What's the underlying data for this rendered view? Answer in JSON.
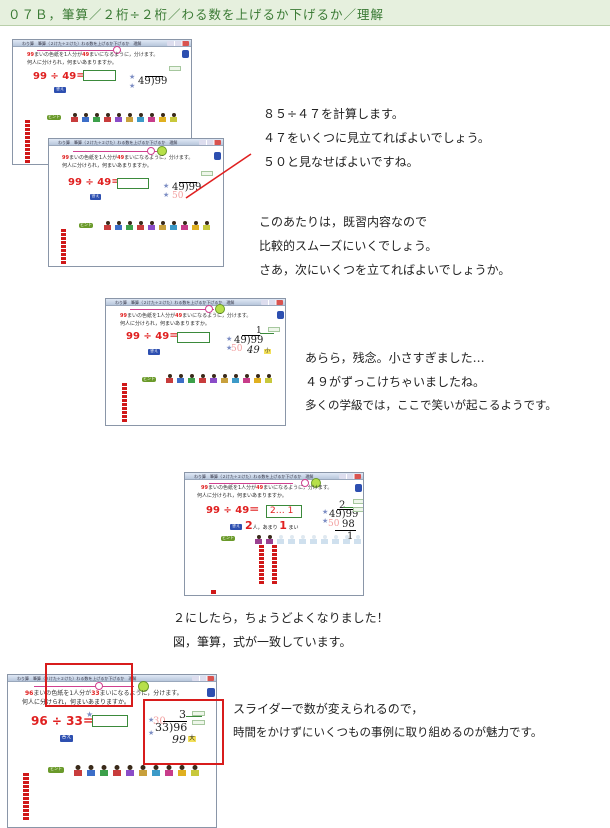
{
  "header": {
    "title": "０７Ｂ，筆算／２桁÷２桁／わる数を上げるか下げるか／理解"
  },
  "window_title": "わり算　筆算（２けた÷２けた）わる数を上げるか下げるか　理解",
  "screens": [
    {
      "line1_pre": "",
      "dividend": "99",
      "line1_mid": "まいの色紙を1人分が",
      "divisor": "49",
      "line1_post": "まいになるように，分けます。",
      "line2": "何人に分けられ，何まいあまりますか。",
      "eq_a": "99",
      "eq_op": "÷",
      "eq_b": "49",
      "eq_eq": "＝",
      "long_div": "49)99",
      "btn": "答え",
      "green_btn": "ヒント"
    },
    {
      "dividend": "99",
      "line1_mid": "まいの色紙を1人分が",
      "divisor": "49",
      "line1_post": "まいになるように，分けます。",
      "line2": "何人に分けられ，何まいあまりますか。",
      "eq_a": "99",
      "eq_op": "÷",
      "eq_b": "49",
      "eq_eq": "＝",
      "long_div": "49)99",
      "estimate": "50",
      "btn": "答え",
      "green_btn": "ヒント"
    },
    {
      "dividend": "99",
      "line1_mid": "まいの色紙を1人分が",
      "divisor": "49",
      "line1_post": "まいになるように，分けます。",
      "line2": "何人に分けられ，何まいあまりますか。",
      "eq_a": "99",
      "eq_op": "÷",
      "eq_b": "49",
      "eq_eq": "＝",
      "quot": "1",
      "long_div": "49)99",
      "estimate": "50",
      "product": "49",
      "tag": "小",
      "btn": "答え",
      "green_btn": "ヒント"
    },
    {
      "dividend": "99",
      "line1_mid": "まいの色紙を1人分が",
      "divisor": "49",
      "line1_post": "まいになるように，分けます。",
      "line2": "何人に分けられ，何まいあまりますか。",
      "eq_a": "99",
      "eq_op": "÷",
      "eq_b": "49",
      "eq_eq": "＝",
      "answer": "2… 1",
      "quot": "2",
      "long_div": "49)99",
      "estimate": "50",
      "product": "98",
      "remainder": "1",
      "res_a": "2",
      "res_unit1": "人，あまり",
      "res_b": "1",
      "res_unit2": "まい",
      "btn": "答え",
      "green_btn": "ヒント"
    },
    {
      "dividend": "96",
      "line1_mid": "まいの色紙を1人分が",
      "divisor": "33",
      "line1_post": "まいになるように，分けます。",
      "line2": "何人に分けられ，何まいあまりますか。",
      "eq_a": "96",
      "eq_op": "÷",
      "eq_b": "33",
      "eq_eq": "＝",
      "quot": "3",
      "long_div": "33)96",
      "estimate": "30",
      "product": "99",
      "tag": "大",
      "btn": "答え",
      "green_btn": "ヒント"
    }
  ],
  "text_blocks": [
    {
      "lines": [
        "８５÷４７を計算します。",
        "４７をいくつに見立てればよいでしょう。",
        "５０と見なせばよいですね。"
      ]
    },
    {
      "lines": [
        "このあたりは，既習内容なので",
        "比較的スムーズにいくでしょう。",
        "さあ，次にいくつを立てればよいでしょうか。"
      ]
    },
    {
      "lines": [
        "あらら，残念。小さすぎました…",
        "４９がずっこけちゃいましたね。",
        "多くの学級では，ここで笑いが起こるようです。"
      ]
    },
    {
      "lines": [
        "２にしたら，ちょうどよくなりました！",
        "図，筆算，式が一致しています。"
      ]
    },
    {
      "lines": [
        "スライダーで数が変えられるので，",
        "時間をかけずにいくつもの事例に取り組めるのが魅力です。"
      ]
    }
  ],
  "colors": {
    "header_bg": "#e6f0de",
    "header_text": "#3a7a34",
    "accent_red": "#e02020",
    "stack_red": "#d01818",
    "button_blue": "#2d4fb0",
    "callout_red": "#d81c1c"
  },
  "icons": [
    "pencil-icon",
    "star-icon",
    "window-controls-icon",
    "flower-icon"
  ]
}
